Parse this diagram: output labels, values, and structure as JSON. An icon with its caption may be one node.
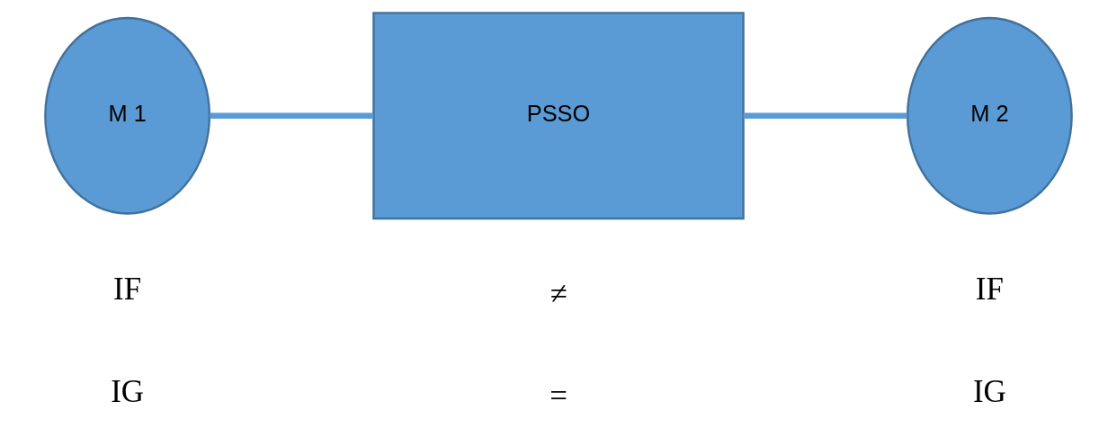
{
  "diagram": {
    "nodes": [
      {
        "text": [
          "M 1"
        ]
      },
      {
        "text": [
          "PSSO"
        ]
      },
      {
        "text": [
          "M 2"
        ]
      }
    ],
    "edges": [
      {
        "from": 0,
        "to": 1,
        "arrow": "none"
      },
      {
        "from": 1,
        "to": 2,
        "arrow": "none"
      }
    ],
    "labels": [
      "IF",
      "≠",
      "IF",
      "IG",
      "=",
      "IG"
    ]
  }
}
